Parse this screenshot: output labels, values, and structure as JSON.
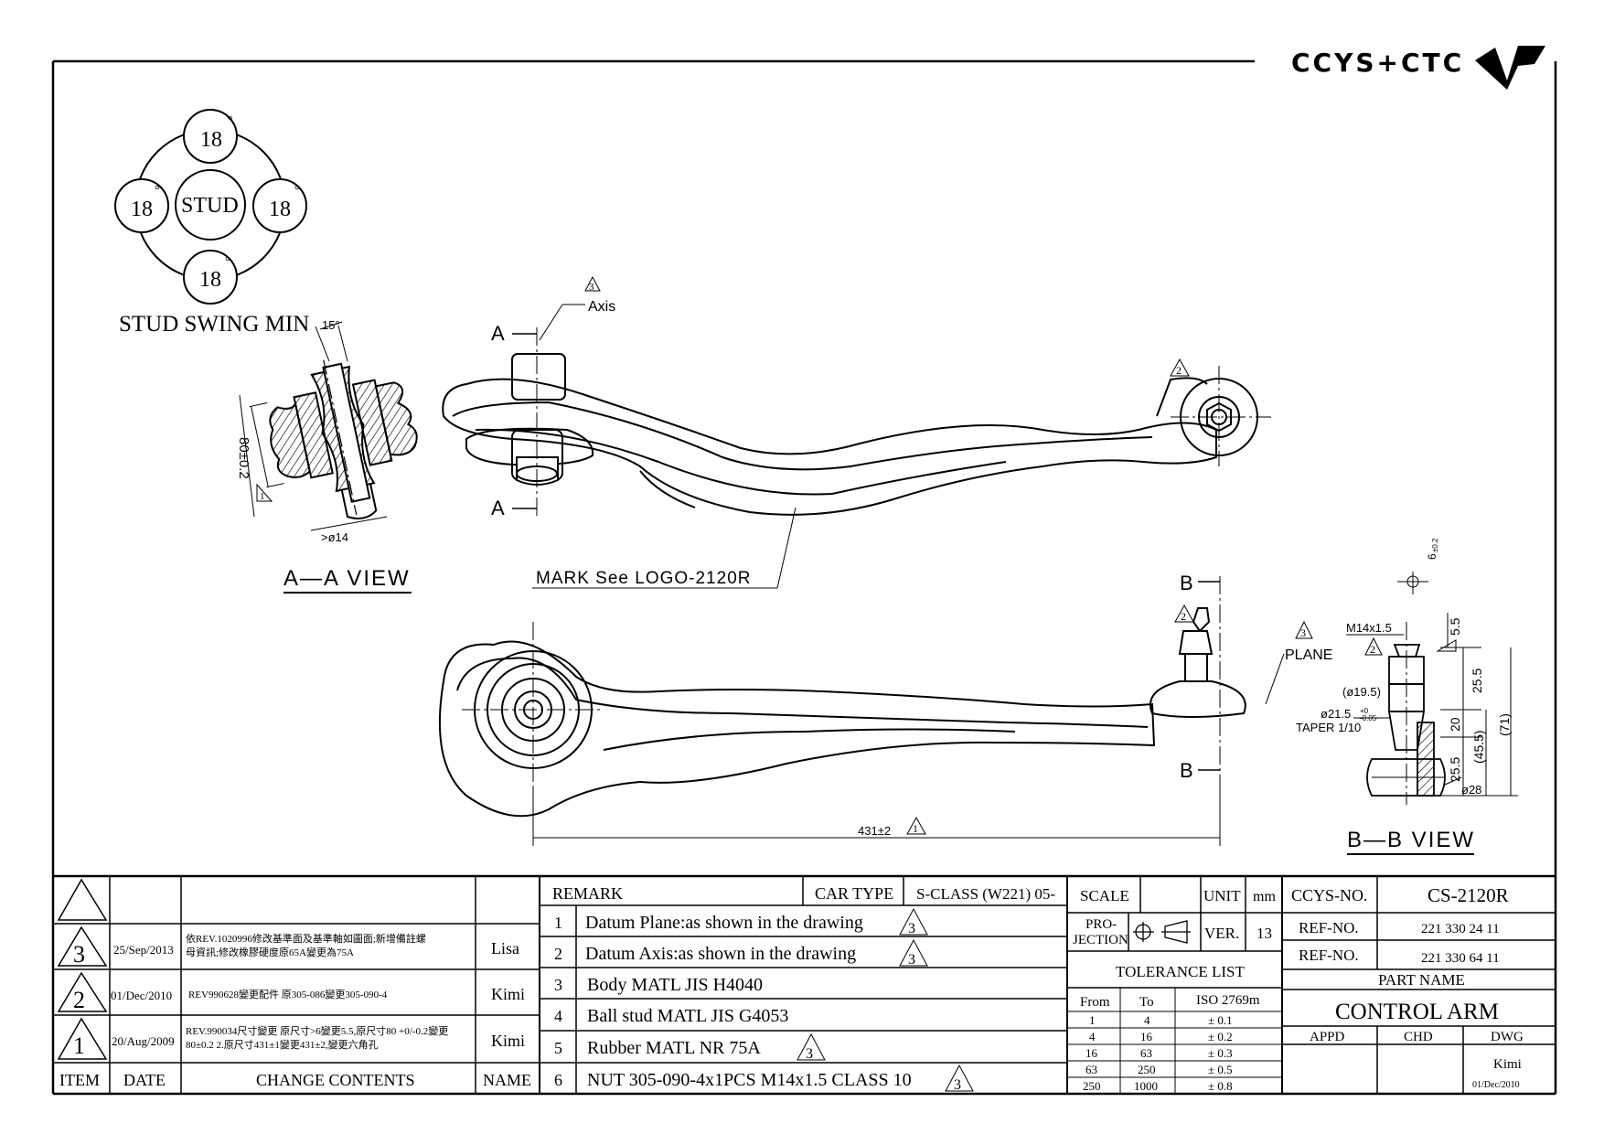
{
  "logo": {
    "text": "CCYS+CTC"
  },
  "stud_swing": {
    "angle_top": "18",
    "angle_left": "18",
    "angle_right": "18",
    "angle_bottom": "18",
    "degree": "°",
    "center": "STUD",
    "caption": "STUD SWING MIN"
  },
  "section_view": {
    "angle": "15°",
    "height_dim": "80±0.2",
    "height_rev": "1",
    "diameter": ">ø14",
    "title": "A—A VIEW"
  },
  "side_view": {
    "section_mark": "A",
    "axis_rev": "3",
    "axis_label": "Axis",
    "joint_rev": "2",
    "mark_note": "MARK See LOGO-2120R"
  },
  "top_view": {
    "section_mark": "B",
    "nut_rev": "2",
    "plane_rev": "3",
    "plane_label": "PLANE",
    "length_dim": "431±2",
    "length_rev": "1"
  },
  "bb_view": {
    "title": "B—B VIEW",
    "thread": "M14x1.5",
    "thread_rev": "2",
    "dia_195": "(ø19.5)",
    "dia_215": "ø21.5",
    "tol_plus": "+0",
    "tol_minus": "-0.05",
    "taper": "TAPER 1/10",
    "dim_55": "5.5",
    "dim_255_top": "25.5",
    "dim_20": "20",
    "dim_255_mid": "25.5",
    "dim_455": "(45.5)",
    "dim_71": "(71)",
    "dim_6": "6",
    "dim_6_tol": "±0.2",
    "ball_dia": "ø28"
  },
  "revision_table": {
    "headers": {
      "item": "ITEM",
      "date": "DATE",
      "change": "CHANGE CONTENTS",
      "name": "NAME"
    },
    "rows": [
      {
        "item": "3",
        "date": "25/Sep/2013",
        "change1": "依REV.1020996修改基準面及基準軸如圖面;新增備註螺",
        "change2": "母資訊;修改橡膠硬度原65A變更為75A",
        "name": "Lisa"
      },
      {
        "item": "2",
        "date": "01/Dec/2010",
        "change1": "REV990628變更配件 原305-086變更305-090-4",
        "change2": "",
        "name": "Kimi"
      },
      {
        "item": "1",
        "date": "20/Aug/2009",
        "change1": "REV.990034尺寸變更 原尺寸>6變更5.5,原尺寸80 +0/-0.2變更",
        "change2": "80±0.2 2.原尺寸431±1變更431±2,變更六角孔",
        "name": "Kimi"
      }
    ]
  },
  "remarks": {
    "header": "REMARK",
    "car_type_label": "CAR TYPE",
    "car_type": "S-CLASS (W221) 05-",
    "items": [
      {
        "no": "1",
        "text": "Datum Plane:as shown in the drawing",
        "rev": "3"
      },
      {
        "no": "2",
        "text": "Datum Axis:as shown in the drawing",
        "rev": "3"
      },
      {
        "no": "3",
        "text": "Body MATL JIS H4040",
        "rev": ""
      },
      {
        "no": "4",
        "text": "Ball stud MATL JIS G4053",
        "rev": ""
      },
      {
        "no": "5",
        "text": "Rubber MATL NR 75A",
        "rev": "3"
      },
      {
        "no": "6",
        "text": "NUT 305-090-4x1PCS M14x1.5 CLASS 10",
        "rev": "3"
      }
    ]
  },
  "title_block": {
    "scale_label": "SCALE",
    "unit_label": "UNIT",
    "unit": "mm",
    "projection_label1": "PRO-",
    "projection_label2": "JECTION",
    "ver_label": "VER.",
    "ver": "13",
    "tolerance_title": "TOLERANCE LIST",
    "tol_headers": {
      "from": "From",
      "to": "To",
      "std": "ISO 2769m"
    },
    "tol_rows": [
      {
        "from": "1",
        "to": "4",
        "tol": "± 0.1"
      },
      {
        "from": "4",
        "to": "16",
        "tol": "± 0.2"
      },
      {
        "from": "16",
        "to": "63",
        "tol": "± 0.3"
      },
      {
        "from": "63",
        "to": "250",
        "tol": "± 0.5"
      },
      {
        "from": "250",
        "to": "1000",
        "tol": "± 0.8"
      }
    ],
    "ccys_no_label": "CCYS-NO.",
    "ccys_no": "CS-2120R",
    "ref_label": "REF-NO.",
    "ref1": "221 330 24 11",
    "ref2": "221 330 64 11",
    "part_name_label": "PART NAME",
    "part_name": "CONTROL ARM",
    "appd_label": "APPD",
    "chd_label": "CHD",
    "dwg_label": "DWG",
    "drawn_by": "Kimi",
    "drawn_date": "01/Dec/2010"
  }
}
